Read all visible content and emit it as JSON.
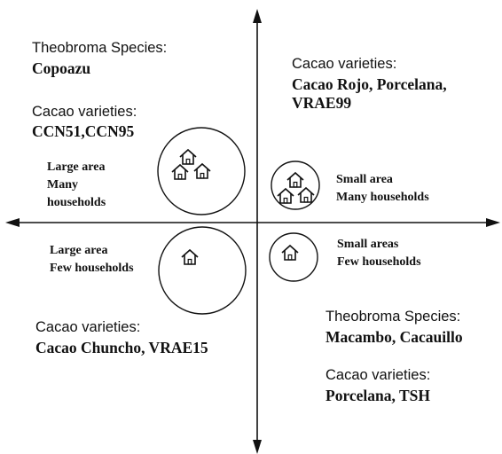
{
  "q1": {
    "species_label": "Theobroma Species:",
    "species_value": "Copoazu",
    "varieties_label": "Cacao varieties:",
    "varieties_value": "CCN51,CCN95",
    "circle_label": [
      "Large area",
      "Many",
      "households"
    ]
  },
  "q2": {
    "varieties_label": "Cacao varieties:",
    "varieties_value": [
      "Cacao Rojo, Porcelana,",
      "VRAE99"
    ],
    "circle_label": [
      "Small area",
      "Many households"
    ]
  },
  "q3": {
    "circle_label": [
      "Large area",
      "Few households"
    ],
    "varieties_label": "Cacao varieties:",
    "varieties_value": "Cacao Chuncho, VRAE15"
  },
  "q4": {
    "circle_label": [
      "Small areas",
      "Few households"
    ],
    "species_label": "Theobroma Species:",
    "species_value": "Macambo, Cacauillo",
    "varieties_label": "Cacao varieties:",
    "varieties_value": "Porcelana, TSH"
  },
  "icons": {
    "house": "house-icon"
  },
  "colors": {
    "line": "#111111",
    "background": "#ffffff"
  }
}
